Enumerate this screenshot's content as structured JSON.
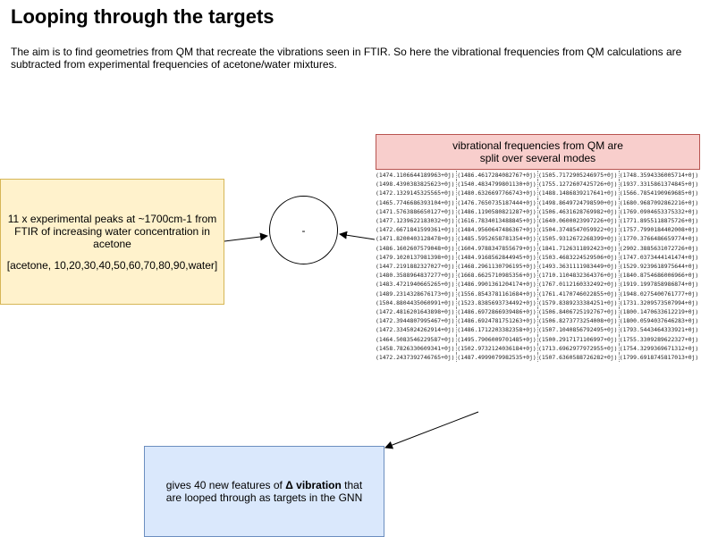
{
  "title": "Looping through the targets",
  "intro": "The aim is to find geometries from QM that recreate the vibrations seen in FTIR. So here the vibrational frequencies from QM calculations are subtracted from experimental frequencies of acetone/water mixtures.",
  "experimental_box": {
    "line1": "11 x experimental peaks at ~1700cm-1 from FTIR of increasing water concentration in acetone",
    "line2": "[acetone, 10,20,30,40,50,60,70,80,90,water]",
    "fill": "#fff2cc",
    "border": "#d6b656"
  },
  "operator": {
    "symbol": "-"
  },
  "qm_box": {
    "line1": "vibrational frequencies from QM are",
    "line2": "split over several modes",
    "fill": "#f8cecc",
    "border": "#b85450"
  },
  "qm_table": [
    [
      "(1474.1106644189963+0j)",
      "(1486.4617284082767+0j)",
      "(1505.7172905246975+0j)",
      "(1748.3594336005714+0j)"
    ],
    [
      "(1498.4390383825623+0j)",
      "(1540.4834799801130+0j)",
      "(1755.1272607425726+0j)",
      "(1937.3315861374845+0j)"
    ],
    [
      "(1472.1329145325565+0j)",
      "(1480.6326697766743+0j)",
      "(1488.1486839217641+0j)",
      "(1566.7854190969685+0j)"
    ],
    [
      "(1465.7746686393104+0j)",
      "(1476.7650735187444+0j)",
      "(1498.8649724798590+0j)",
      "(1680.9687092862216+0j)"
    ],
    [
      "(1471.5763886650127+0j)",
      "(1486.1190580821287+0j)",
      "(1506.4631628769982+0j)",
      "(1769.0904653375332+0j)"
    ],
    [
      "(1477.1239622183032+0j)",
      "(1616.7834013488845+0j)",
      "(1640.0600023997226+0j)",
      "(1771.8955118875726+0j)"
    ],
    [
      "(1472.6671841599361+0j)",
      "(1484.9560647486367+0j)",
      "(1504.3748547059922+0j)",
      "(1757.7990184402008+0j)"
    ],
    [
      "(1471.8200403128478+0j)",
      "(1485.5952658781354+0j)",
      "(1505.9312672268399+0j)",
      "(1770.3766486659774+0j)"
    ],
    [
      "(1486.1602607579048+0j)",
      "(1604.9788347855679+0j)",
      "(1841.7126311892423+0j)",
      "(2902.3885631072726+0j)"
    ],
    [
      "(1479.1020137981398+0j)",
      "(1484.9168562844945+0j)",
      "(1503.4683224529506+0j)",
      "(1747.0373444141474+0j)"
    ],
    [
      "(1447.2191882327027+0j)",
      "(1468.2961130796195+0j)",
      "(1493.3631111983449+0j)",
      "(1529.9239618975644+0j)"
    ],
    [
      "(1480.3588964837277+0j)",
      "(1668.6625710985356+0j)",
      "(1710.1104832364376+0j)",
      "(1840.8754686006966+0j)"
    ],
    [
      "(1483.4721940665265+0j)",
      "(1486.9901361204174+0j)",
      "(1767.0112160332492+0j)",
      "(1919.1997858986874+0j)"
    ],
    [
      "(1489.2314328676173+0j)",
      "(1556.8543781161684+0j)",
      "(1761.4170746022855+0j)",
      "(1948.0275400761777+0j)"
    ],
    [
      "(1504.8804435060991+0j)",
      "(1523.8385693734492+0j)",
      "(1579.8389233384251+0j)",
      "(1731.3209573507994+0j)"
    ],
    [
      "(1472.4816201643898+0j)",
      "(1486.6972866939486+0j)",
      "(1506.8406725192767+0j)",
      "(1800.1470633612219+0j)"
    ],
    [
      "(1472.3944807995467+0j)",
      "(1486.6924781751263+0j)",
      "(1506.8273773254008+0j)",
      "(1800.0594037646283+0j)"
    ],
    [
      "(1472.3345024262914+0j)",
      "(1486.1712203382358+0j)",
      "(1507.1040856792495+0j)",
      "(1793.5443464333921+0j)"
    ],
    [
      "(1464.5083546229587+0j)",
      "(1495.7906009701485+0j)",
      "(1500.2917171106997+0j)",
      "(1755.3309289622327+0j)"
    ],
    [
      "(1458.7826330609341+0j)",
      "(1502.9732124036184+0j)",
      "(1713.6962977972955+0j)",
      "(1754.3299369671312+0j)"
    ],
    [
      "(1472.2437392746765+0j)",
      "(1487.4999079982535+0j)",
      "(1507.6360588726282+0j)",
      "(1799.6918745817013+0j)"
    ]
  ],
  "result_box": {
    "text_pre": "gives 40 new features of ",
    "text_delta": "Δ vibration",
    "text_post": " that are looped through as targets in the GNN",
    "fill": "#dae8fc",
    "border": "#6c8ebf"
  },
  "colors": {
    "edge": "#000000"
  }
}
